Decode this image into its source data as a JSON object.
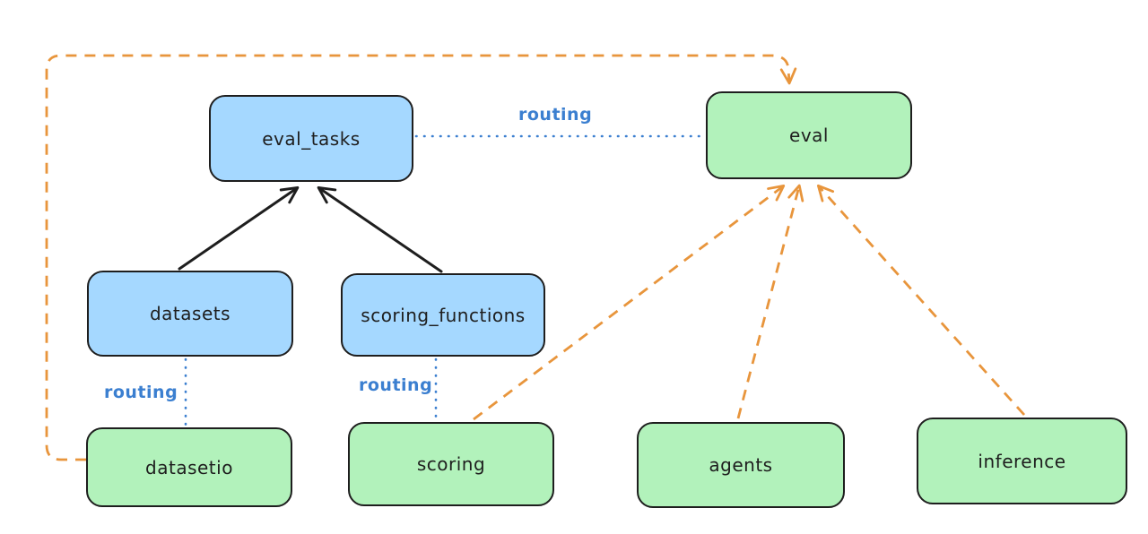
{
  "diagram": {
    "nodes": {
      "eval_tasks": {
        "label": "eval_tasks"
      },
      "eval": {
        "label": "eval"
      },
      "datasets": {
        "label": "datasets"
      },
      "scoring_functions": {
        "label": "scoring_functions"
      },
      "datasetio": {
        "label": "datasetio"
      },
      "scoring": {
        "label": "scoring"
      },
      "agents": {
        "label": "agents"
      },
      "inference": {
        "label": "inference"
      }
    },
    "edge_labels": {
      "eval_tasks_to_eval": "routing",
      "datasets_to_datasetio": "routing",
      "scoring_functions_to_scoring": "routing"
    },
    "colors": {
      "blue_node_fill": "#a5d8ff",
      "green_node_fill": "#b2f2bb",
      "node_border": "#1e1e1e",
      "text": "#1e1e1e",
      "routing_blue": "#3b7fd0",
      "dependency_orange": "#e8953c",
      "solid_arrow_black": "#1e1e1e",
      "background": "#ffffff"
    }
  }
}
